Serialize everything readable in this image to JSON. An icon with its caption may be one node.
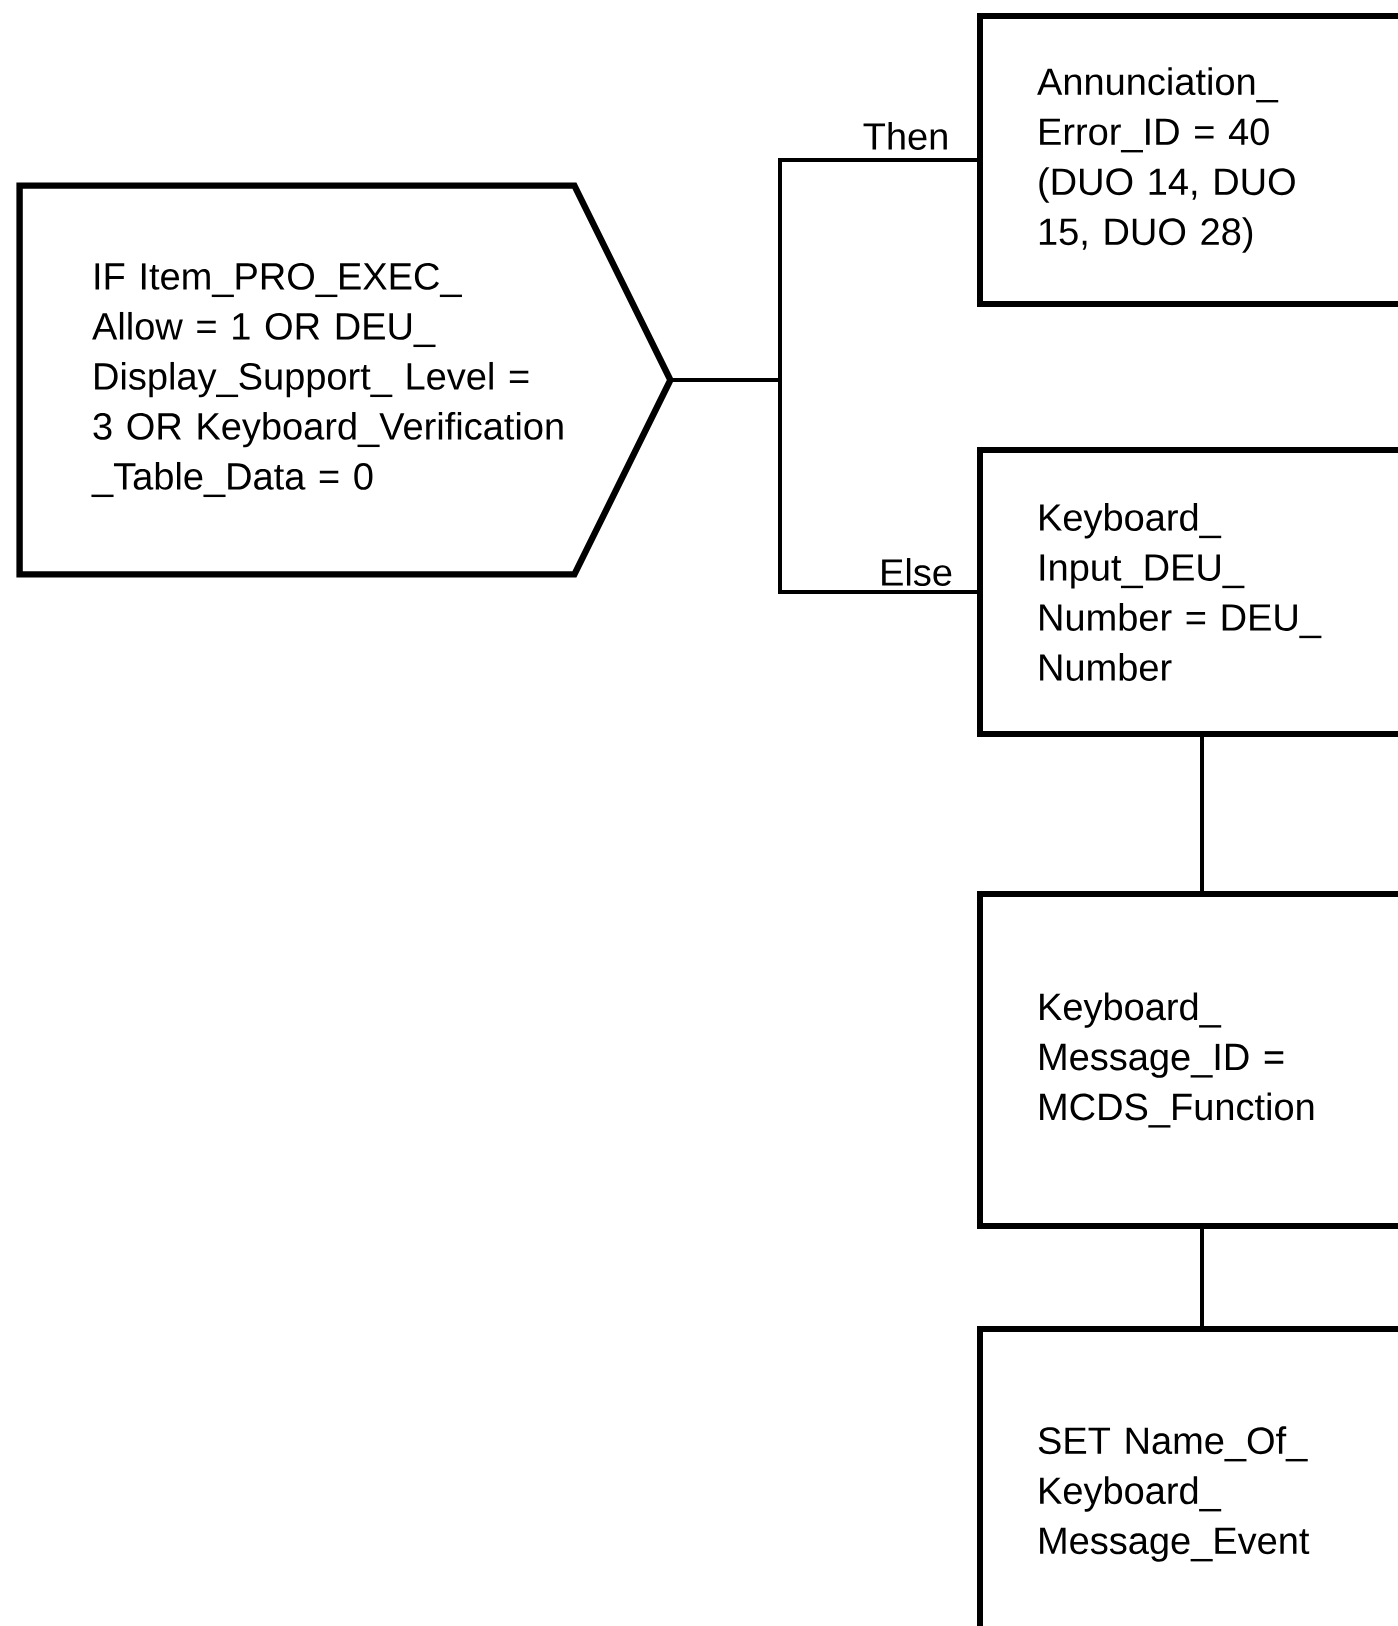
{
  "diagram": {
    "nodes": [
      {
        "text": [
          "IF Item_PRO_EXEC_ Allow = 1 OR DEU_ Display_Support_ Level = 3 OR Keyboard_Verification _Table_Data = 0"
        ]
      },
      {
        "text": [
          "Annunciation_ Error_ID = 40 (DUO 14, DUO 15, DUO 28)"
        ]
      },
      {
        "text": [
          "Keyboard_ Input_DEU_ Number = DEU_ Number"
        ]
      },
      {
        "text": [
          "Keyboard_ Message_ID = MCDS_Function"
        ]
      },
      {
        "text": [
          "SET Name_Of_ Keyboard_ Message_Event"
        ]
      }
    ],
    "edges": [
      {
        "from": 0,
        "to": 1,
        "arrow": "none",
        "label": "Then"
      },
      {
        "from": 0,
        "to": 2,
        "arrow": "none",
        "label": "Else"
      },
      {
        "from": 2,
        "to": 3,
        "arrow": "none"
      },
      {
        "from": 3,
        "to": 4,
        "arrow": "none"
      }
    ]
  }
}
